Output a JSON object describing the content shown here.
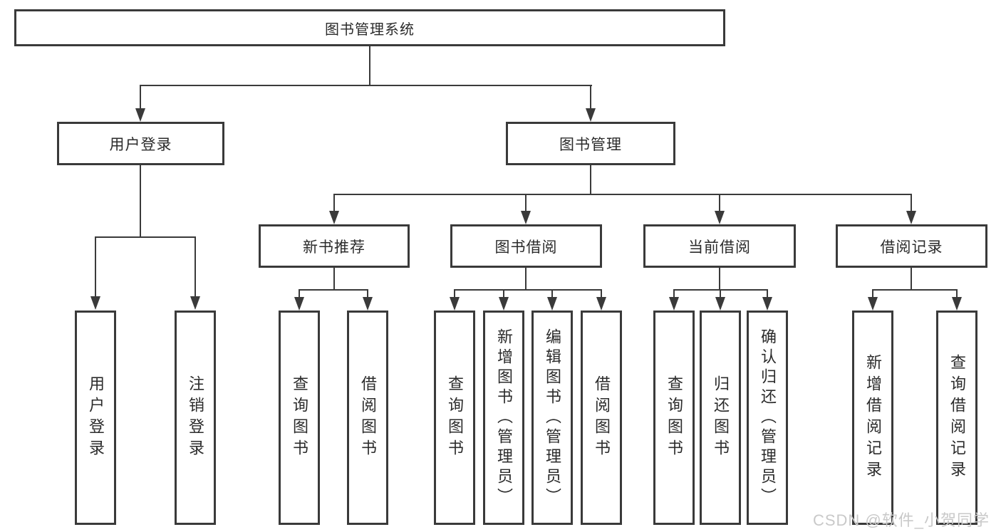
{
  "tree": {
    "label": "图书管理系统",
    "children": [
      {
        "label": "用户登录",
        "children": [
          {
            "label": "用户登录"
          },
          {
            "label": "注销登录"
          }
        ]
      },
      {
        "label": "图书管理",
        "children": [
          {
            "label": "新书推荐",
            "children": [
              {
                "label": "查询图书"
              },
              {
                "label": "借阅图书"
              }
            ]
          },
          {
            "label": "图书借阅",
            "children": [
              {
                "label": "查询图书"
              },
              {
                "label": "新增图书（管理员）"
              },
              {
                "label": "编辑图书（管理员）"
              },
              {
                "label": "借阅图书"
              }
            ]
          },
          {
            "label": "当前借阅",
            "children": [
              {
                "label": "查询图书"
              },
              {
                "label": "归还图书"
              },
              {
                "label": "确认归还（管理员）"
              }
            ]
          },
          {
            "label": "借阅记录",
            "children": [
              {
                "label": "新增借阅记录"
              },
              {
                "label": "查询借阅记录"
              }
            ]
          }
        ]
      }
    ]
  },
  "watermark": {
    "text": "CSDN @软件_小贺同学"
  },
  "colors": {
    "line": "#3a3a3a",
    "text": "#2b2b2b",
    "watermark": "#c9c9c9",
    "background": "#ffffff"
  }
}
